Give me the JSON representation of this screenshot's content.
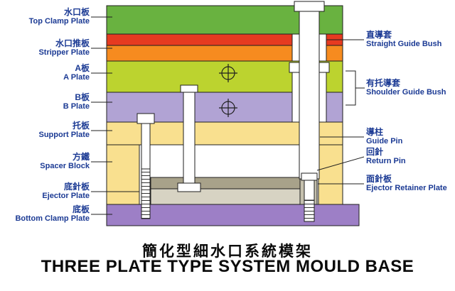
{
  "title": {
    "zh": "簡化型細水口系統模架",
    "en": "THREE PLATE TYPE SYSTEM MOULD BASE"
  },
  "labels": {
    "left": [
      {
        "zh": "水口板",
        "en": "Top Clamp Plate"
      },
      {
        "zh": "水口推板",
        "en": "Stripper Plate"
      },
      {
        "zh": "A板",
        "en": "A Plate"
      },
      {
        "zh": "B板",
        "en": "B Plate"
      },
      {
        "zh": "托板",
        "en": "Support Plate"
      },
      {
        "zh": "方鐵",
        "en": "Spacer Block"
      },
      {
        "zh": "底針板",
        "en": "Ejector Plate"
      },
      {
        "zh": "底板",
        "en": "Bottom Clamp Plate"
      }
    ],
    "right": [
      {
        "zh": "直導套",
        "en": "Straight Guide Bush"
      },
      {
        "zh": "有托導套",
        "en": "Shoulder Guide Bush"
      },
      {
        "zh": "導柱",
        "en": "Guide Pin"
      },
      {
        "zh": "回針",
        "en": "Return Pin"
      },
      {
        "zh": "面針板",
        "en": "Ejector Retainer Plate"
      }
    ]
  },
  "colors": {
    "top_clamp_plate": "#69b240",
    "stripper_plate_red": "#e63a20",
    "stripper_plate": "#f68b1f",
    "a_plate": "#bcd32f",
    "b_plate": "#b1a3d4",
    "support_plate": "#f9e08f",
    "spacer_block": "#f9e08f",
    "ejector_retainer_plate": "#a8a28a",
    "ejector_plate": "#d7d3c3",
    "return_pin_block": "#c6c1ae",
    "bottom_clamp_plate": "#9d7fc6",
    "pin_fill": "#ffffff",
    "label_text": "#1b3a94",
    "title_text": "#0a0a0a"
  }
}
